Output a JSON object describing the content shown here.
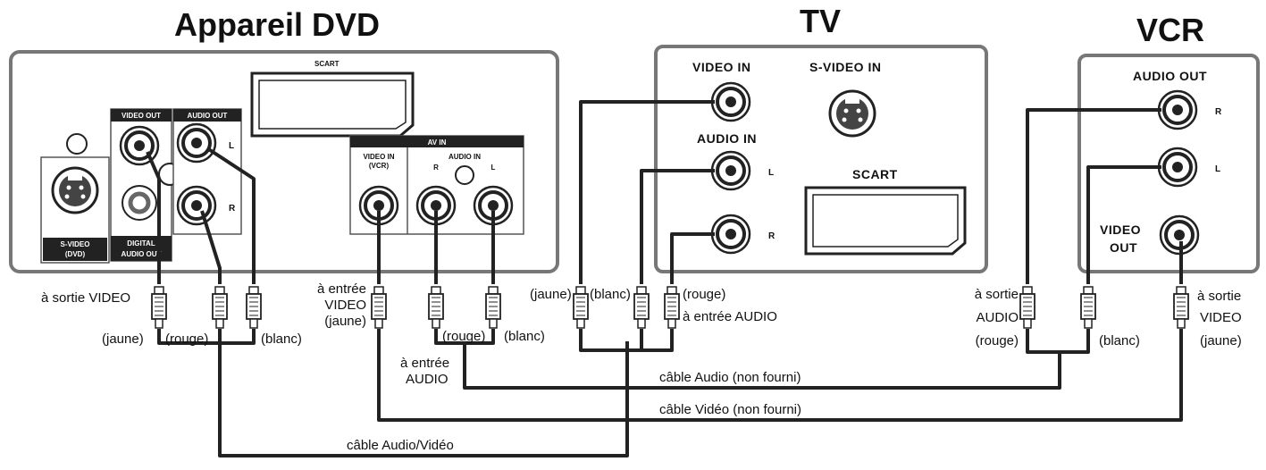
{
  "devices": {
    "dvd": {
      "title": "Appareil DVD",
      "scart": "SCART",
      "video_out": "VIDEO OUT",
      "audio_out": "AUDIO OUT",
      "svideo_line1": "S-VIDEO",
      "svideo_line2": "(DVD)",
      "digital_line1": "DIGITAL",
      "digital_line2": "AUDIO OUT",
      "L": "L",
      "R": "R",
      "av_in": "AV IN",
      "video_in_line1": "VIDEO IN",
      "video_in_line2": "(VCR)",
      "audio_in": "AUDIO IN",
      "av_R": "R",
      "av_L": "L"
    },
    "tv": {
      "title": "TV",
      "video_in": "VIDEO IN",
      "svideo_in": "S-VIDEO IN",
      "audio_in": "AUDIO IN",
      "scart": "SCART",
      "L": "L",
      "R": "R"
    },
    "vcr": {
      "title": "VCR",
      "audio_out": "AUDIO OUT",
      "R": "R",
      "L": "L",
      "video_out_line1": "VIDEO",
      "video_out_line2": "OUT"
    }
  },
  "annotations": {
    "a_sortie_video": "à sortie VIDEO",
    "jaune_1": "(jaune)",
    "rouge_1": "(rouge)",
    "blanc_1": "(blanc)",
    "a_entree_video_1": "à entrée",
    "a_entree_video_2": "VIDEO",
    "a_entree_video_3": "(jaune)",
    "rouge_2": "(rouge)",
    "blanc_2": "(blanc)",
    "a_entree_audio_1": "à entrée",
    "a_entree_audio_2": "AUDIO",
    "jaune_3": "(jaune)",
    "blanc_3": "(blanc)",
    "rouge_3": "(rouge)",
    "a_entree_audio_tv": "à entrée AUDIO",
    "a_sortie_audio_1": "à sortie",
    "a_sortie_audio_2": "AUDIO",
    "rouge_4": "(rouge)",
    "blanc_4": "(blanc)",
    "a_sortie_video_vcr_1": "à sortie",
    "a_sortie_video_vcr_2": "VIDEO",
    "jaune_4": "(jaune)"
  },
  "cables": {
    "audio": "câble Audio (non fourni)",
    "video": "câble Vidéo (non fourni)",
    "audio_video": "câble Audio/Vidéo"
  }
}
